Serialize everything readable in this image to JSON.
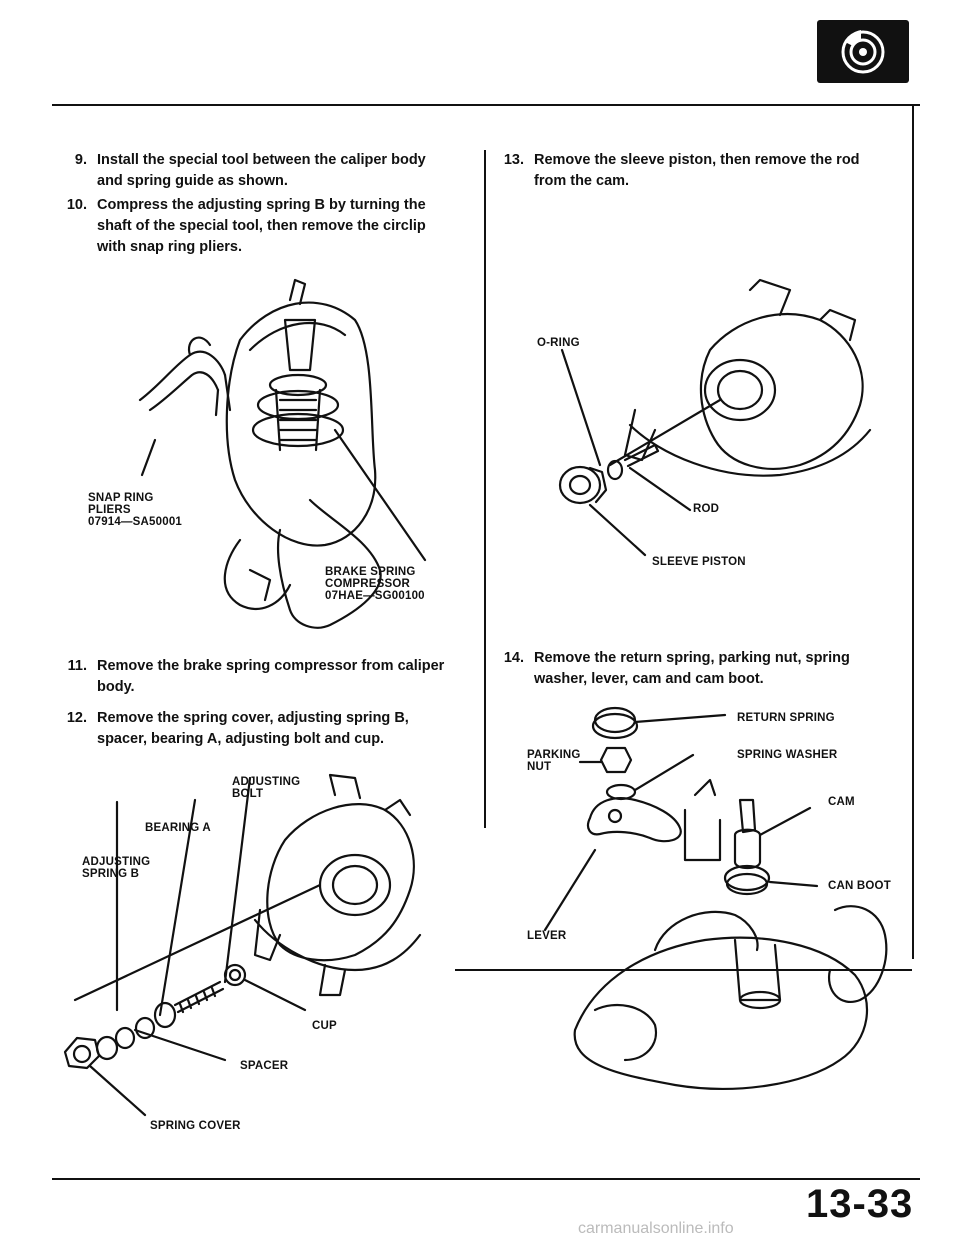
{
  "header": {
    "icon": "brake-disc-icon"
  },
  "steps": {
    "s9": {
      "num": "9.",
      "l1": "Install the special tool between the caliper body",
      "l2": "and spring guide as shown."
    },
    "s10": {
      "num": "10.",
      "l1": "Compress the adjusting spring B by turning the",
      "l2": "shaft of the special tool, then remove the circlip",
      "l3": "with snap ring pliers."
    },
    "s11": {
      "num": "11.",
      "l1": "Remove the brake spring compressor from caliper",
      "l2": "body."
    },
    "s12": {
      "num": "12.",
      "l1": "Remove the spring cover, adjusting spring B,",
      "l2": "spacer, bearing A, adjusting bolt and cup."
    },
    "s13": {
      "num": "13.",
      "l1": "Remove the sleeve piston, then remove the rod",
      "l2": "from the cam."
    },
    "s14": {
      "num": "14.",
      "l1": "Remove the return spring, parking nut, spring",
      "l2": "washer, lever, cam and cam boot."
    }
  },
  "figure1": {
    "snap_ring_pliers": [
      "SNAP RING",
      "PLIERS",
      "07914—SA50001"
    ],
    "brake_spring_compressor": [
      "BRAKE SPRING",
      "COMPRESSOR",
      "07HAE—SG00100"
    ]
  },
  "figure2": {
    "adjusting_bolt": [
      "ADJUSTING",
      "BOLT"
    ],
    "bearing_a": "BEARING A",
    "adjusting_spring_b": [
      "ADJUSTING",
      "SPRING B"
    ],
    "cup": "CUP",
    "spacer": "SPACER",
    "spring_cover": "SPRING COVER"
  },
  "figure3": {
    "o_ring": "O-RING",
    "rod": "ROD",
    "sleeve_piston": "SLEEVE PISTON"
  },
  "figure4": {
    "return_spring": "RETURN SPRING",
    "parking_nut": [
      "PARKING",
      "NUT"
    ],
    "spring_washer": "SPRING WASHER",
    "cam": "CAM",
    "cam_boot": "CAN BOOT",
    "lever": "LEVER"
  },
  "page_number": "13-33",
  "footer": "carmanualsonline.info"
}
